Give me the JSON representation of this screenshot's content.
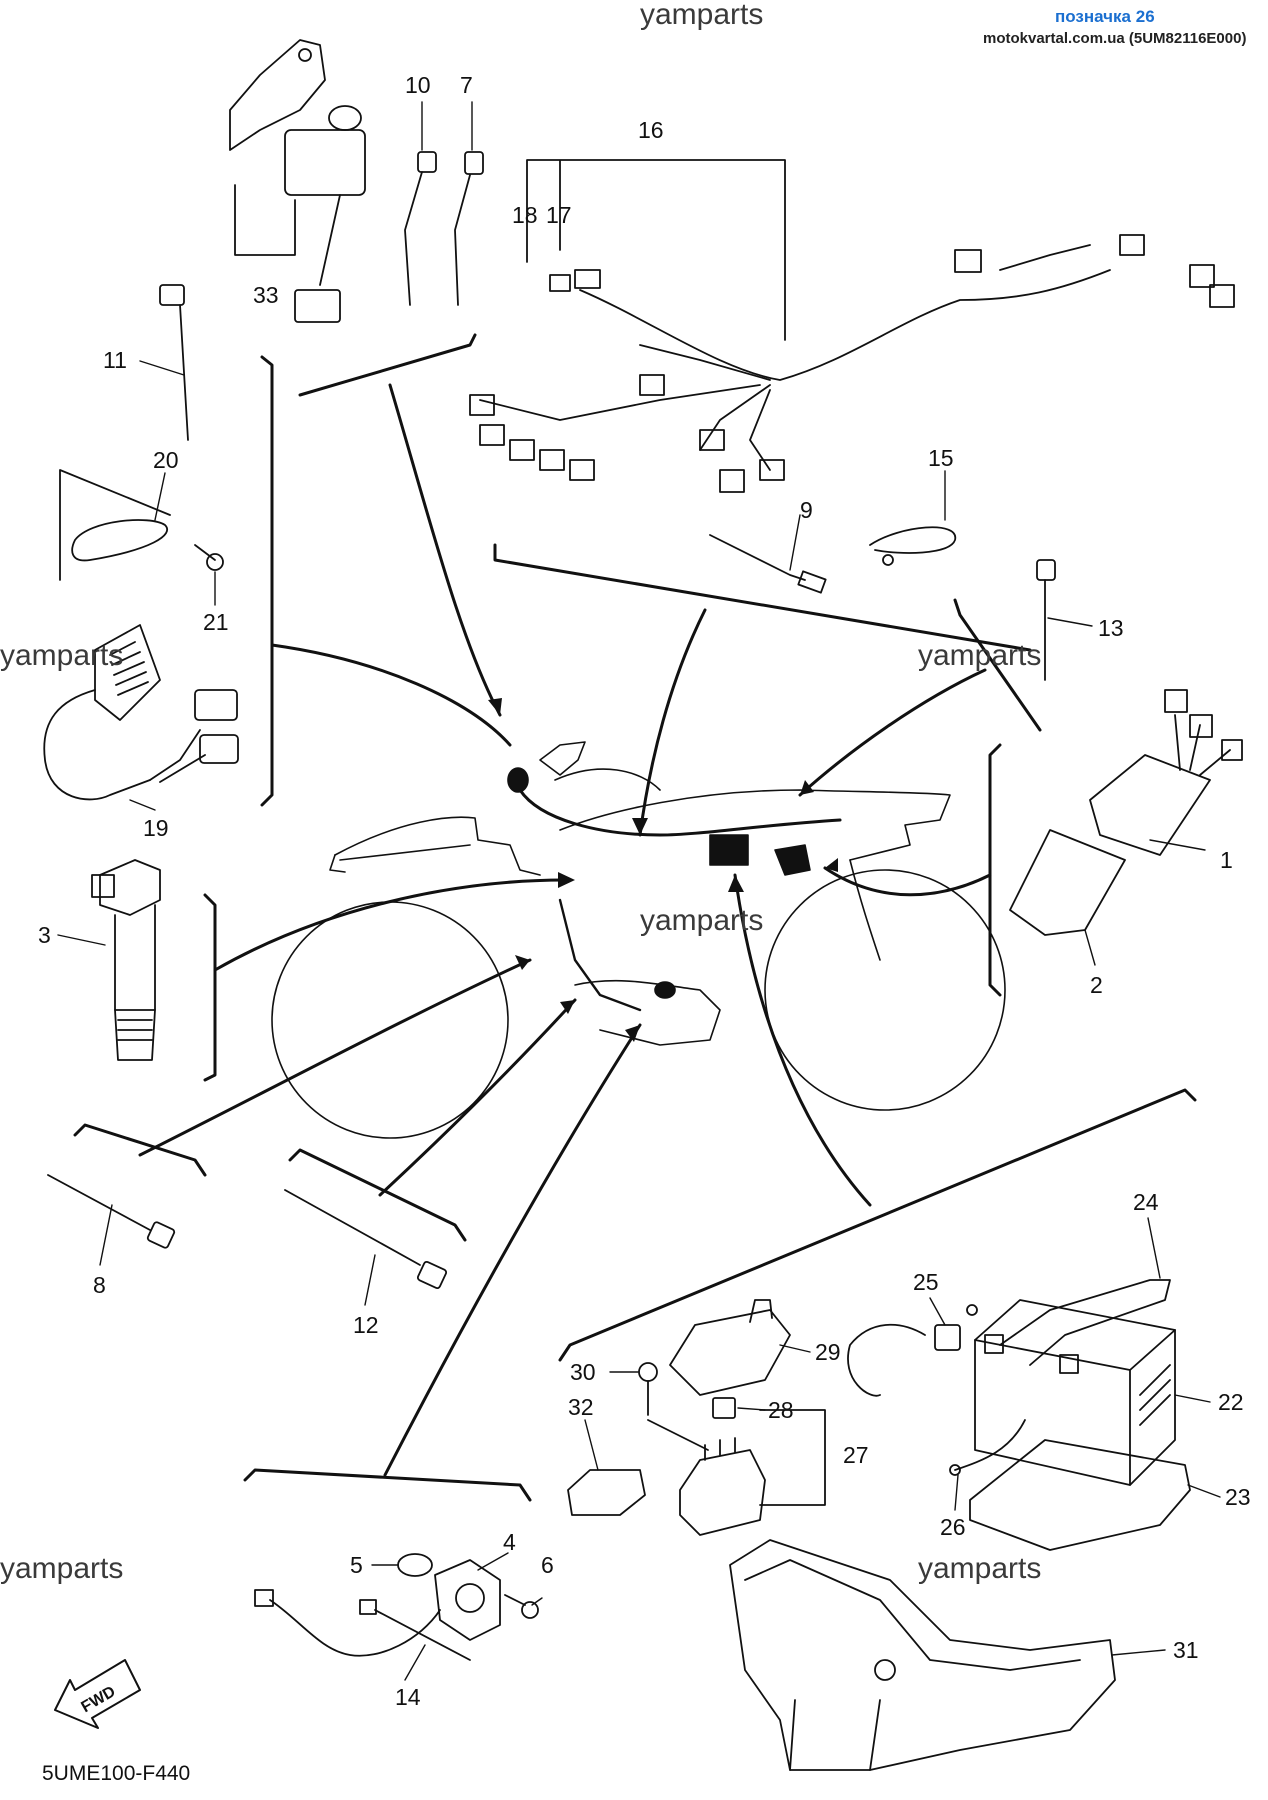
{
  "header": {
    "watermark_top": "yamparts",
    "link_label": "позначка 26",
    "source": "motokvartal.com.ua (5UM82116E000)"
  },
  "watermarks": [
    "yamparts",
    "yamparts",
    "yamparts",
    "yamparts",
    "yamparts"
  ],
  "callouts": {
    "c1": "1",
    "c2": "2",
    "c3": "3",
    "c4": "4",
    "c5": "5",
    "c6": "6",
    "c7": "7",
    "c8": "8",
    "c9": "9",
    "c10": "10",
    "c11": "11",
    "c12": "12",
    "c13": "13",
    "c14": "14",
    "c15": "15",
    "c16": "16",
    "c17": "17",
    "c18": "18",
    "c19": "19",
    "c20": "20",
    "c21": "21",
    "c22": "22",
    "c23": "23",
    "c24": "24",
    "c25": "25",
    "c26": "26",
    "c27": "27",
    "c28": "28",
    "c29": "29",
    "c30": "30",
    "c31": "31",
    "c32": "32",
    "c33": "33"
  },
  "footer": {
    "diagram_code": "5UME100-F440",
    "fwd_label": "FWD"
  }
}
